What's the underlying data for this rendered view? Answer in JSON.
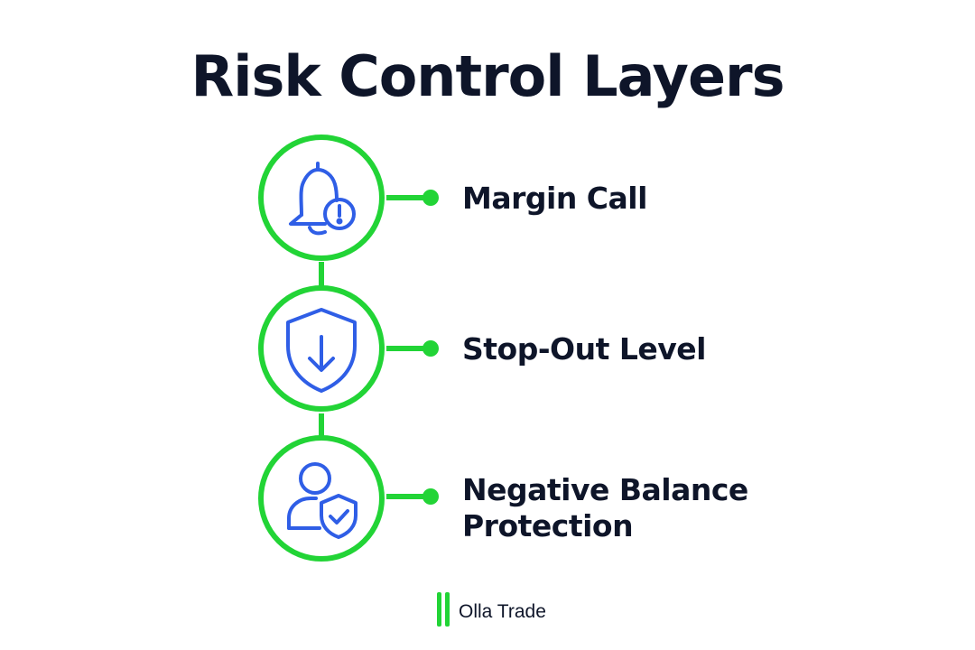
{
  "title": "Risk Control Layers",
  "colors": {
    "accent_green": "#22d436",
    "icon_blue": "#2f5ee6",
    "text_dark": "#0e1529",
    "background": "#ffffff"
  },
  "layers": [
    {
      "label": "Margin Call",
      "icon": "bell-alert-icon"
    },
    {
      "label": "Stop-Out Level",
      "icon": "shield-down-arrow-icon"
    },
    {
      "label_line1": "Negative Balance",
      "label_line2": "Protection",
      "icon": "user-shield-check-icon"
    }
  ],
  "brand": {
    "name": "Olla Trade",
    "icon": "double-bar-logo-icon"
  }
}
